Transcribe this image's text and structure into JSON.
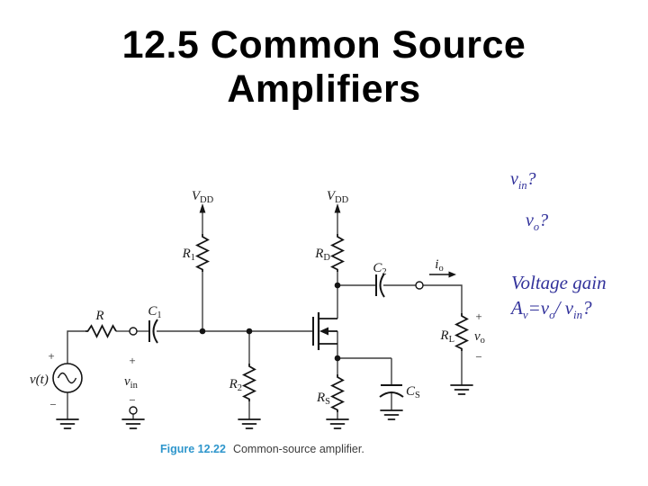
{
  "slide": {
    "title_line1": "12.5 Common Source",
    "title_line2": "Amplifiers"
  },
  "annotations": {
    "color": "#32329b",
    "vin_question": {
      "base": "v",
      "sub": "in",
      "mark": "?"
    },
    "vo_question": {
      "base": "v",
      "sub": "o",
      "mark": "?"
    },
    "gain_label": "Voltage gain",
    "gain_equation": {
      "p1": "A",
      "s1": "v",
      "p2": "=v",
      "s2": "o",
      "p3": "/ v",
      "s3": "in",
      "p4": "?"
    }
  },
  "figure": {
    "caption": {
      "figure_label": "Figure 12.22",
      "text": "Common-source amplifier."
    },
    "labels": {
      "vdd_left": {
        "main": "V",
        "sub": "DD"
      },
      "vdd_right": {
        "main": "V",
        "sub": "DD"
      },
      "r_source": {
        "main": "R",
        "sub": ""
      },
      "r1": {
        "main": "R",
        "sub": "1"
      },
      "r2": {
        "main": "R",
        "sub": "2"
      },
      "rd": {
        "main": "R",
        "sub": "D"
      },
      "rs": {
        "main": "R",
        "sub": "S"
      },
      "rl": {
        "main": "R",
        "sub": "L"
      },
      "c1": {
        "main": "C",
        "sub": "1"
      },
      "c2": {
        "main": "C",
        "sub": "2"
      },
      "cs": {
        "main": "C",
        "sub": "S"
      },
      "vt": {
        "main": "v(t)",
        "sub": ""
      },
      "vin": {
        "main": "v",
        "sub": "in"
      },
      "vo": {
        "main": "v",
        "sub": "o"
      },
      "io": {
        "main": "i",
        "sub": "o"
      },
      "src_plus": "+",
      "src_minus": "−",
      "vin_plus": "+",
      "vin_minus": "−",
      "vo_plus": "+",
      "vo_minus": "−"
    }
  }
}
